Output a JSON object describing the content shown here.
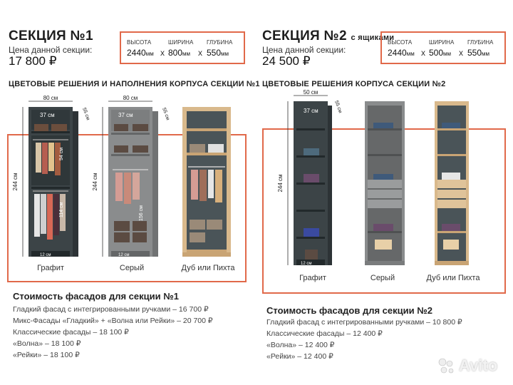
{
  "section1": {
    "title": "СЕКЦИЯ №1",
    "price_caption": "Цена данной секции:",
    "price": "17 800 ₽",
    "dims": {
      "height_label": "ВЫСОТА",
      "height_value": "2440",
      "height_unit": "мм",
      "width_label": "ШИРИНА",
      "width_value": "800",
      "width_unit": "мм",
      "depth_label": "ГЛУБИНА",
      "depth_value": "550",
      "depth_unit": "мм",
      "times": "x"
    },
    "heading": "ЦВЕТОВЫЕ РЕШЕНИЯ И НАПОЛНЕНИЯ КОРПУСА СЕКЦИИ №1",
    "cabinets": [
      {
        "label": "Графит",
        "top_dim": "80 см",
        "side_dim": "55 см",
        "height_dim": "244 см",
        "shelf_dim": "37 см",
        "rail_dim": "94 см",
        "lower_dim": "114 см",
        "base_dim": "12 см"
      },
      {
        "label": "Серый",
        "top_dim": "80 см",
        "side_dim": "55 см",
        "height_dim": "244 см",
        "shelf_dim": "37 см",
        "rail_dim": "156 см",
        "base_dim": "12 см"
      },
      {
        "label": "Дуб или Пихта"
      }
    ],
    "cost_title": "Стоимость фасадов для секции №1",
    "costs": [
      "Гладкий фасад с интегрированными ручками – 16 700 ₽",
      "Микс-Фасады «Гладкий» + «Волна или Рейки» – 20 700 ₽",
      "Классические фасады – 18 100 ₽",
      "«Волна» – 18 100 ₽",
      "«Рейки» – 18 100 ₽"
    ]
  },
  "section2": {
    "title": "СЕКЦИЯ №2",
    "title_suffix": "с ящиками",
    "price_caption": "Цена данной секции:",
    "price": "24 500 ₽",
    "dims": {
      "height_label": "ВЫСОТА",
      "height_value": "2440",
      "height_unit": "мм",
      "width_label": "ШИРИНА",
      "width_value": "500",
      "width_unit": "мм",
      "depth_label": "ГЛУБИНА",
      "depth_value": "550",
      "depth_unit": "мм",
      "times": "x"
    },
    "heading": "ЦВЕТОВЫЕ РЕШЕНИЯ КОРПУСА СЕКЦИИ №2",
    "cabinets": [
      {
        "label": "Графит",
        "top_dim": "50 см",
        "side_dim": "55 см",
        "height_dim": "244 см",
        "shelf_dim": "37 см",
        "base_dim": "12 см"
      },
      {
        "label": "Серый"
      },
      {
        "label": "Дуб или Пихта"
      }
    ],
    "cost_title": "Стоимость фасадов для секции №2",
    "costs": [
      "Гладкий фасад с интегрированными ручками – 10 800 ₽",
      "Классические фасады – 12 400 ₽",
      "«Волна» – 12 400 ₽",
      "«Рейки» – 12 400 ₽"
    ]
  },
  "watermark": "Avito",
  "colors": {
    "accent": "#e1694a",
    "graphite": "#3c4447",
    "grey": "#8a8c8d",
    "oak": "#d9b98c"
  }
}
